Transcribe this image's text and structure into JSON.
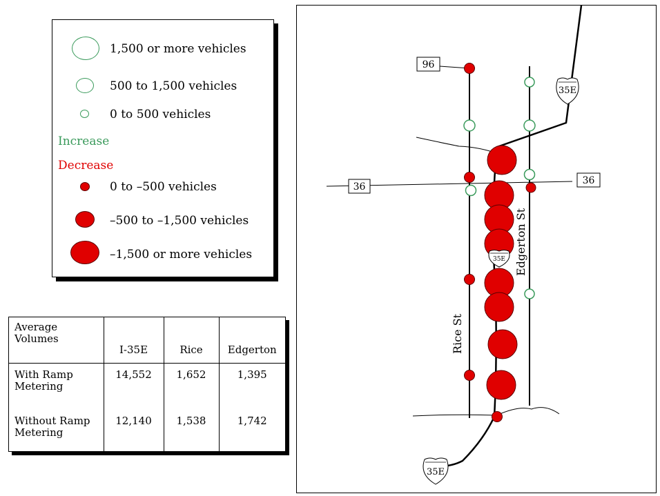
{
  "legend": {
    "increase_heading": "Increase",
    "decrease_heading": "Decrease",
    "increase_items": [
      {
        "label": "1,500 or more vehicles"
      },
      {
        "label": "500 to 1,500 vehicles"
      },
      {
        "label": "0 to 500 vehicles"
      }
    ],
    "decrease_items": [
      {
        "label": "0 to –500 vehicles"
      },
      {
        "label": "–500 to –1,500 vehicles"
      },
      {
        "label": "–1,500 or more vehicles"
      }
    ]
  },
  "table": {
    "header": [
      "Average Volumes",
      "I-35E",
      "Rice",
      "Edgerton"
    ],
    "rows": [
      {
        "label": "With Ramp Metering",
        "i35e": "14,552",
        "rice": "1,652",
        "edgerton": "1,395"
      },
      {
        "label": "Without Ramp Metering",
        "i35e": "12,140",
        "rice": "1,538",
        "edgerton": "1,742"
      }
    ]
  },
  "map": {
    "route_96": "96",
    "route_36_left": "36",
    "route_36_right": "36",
    "i35e_top": "35E",
    "i35e_mid": "35E",
    "i35e_bottom": "35E",
    "rice_street": "Rice St",
    "edgerton_street": "Edgerton St"
  },
  "colors": {
    "increase": "#3a9a5b",
    "decrease": "#e00000"
  }
}
